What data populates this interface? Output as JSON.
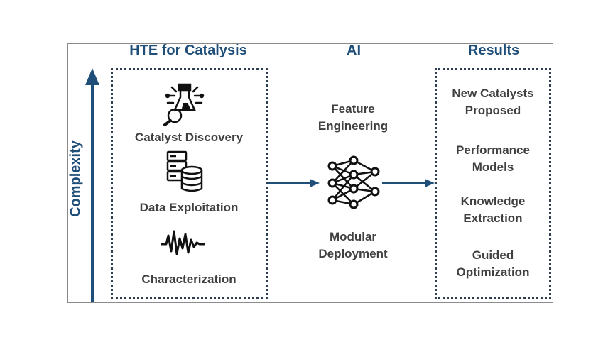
{
  "columns": {
    "hte": {
      "title": "HTE for Catalysis",
      "items": [
        {
          "label": "Catalyst Discovery",
          "icon": "catalyst-discovery-icon"
        },
        {
          "label": "Data Exploitation",
          "icon": "database-server-icon"
        },
        {
          "label": "Characterization",
          "icon": "signal-wave-icon"
        }
      ]
    },
    "ai": {
      "title": "AI",
      "items": [
        {
          "label": "Feature\nEngineering"
        },
        {
          "label": "Modular\nDeployment"
        }
      ],
      "icon": "neural-network-icon"
    },
    "results": {
      "title": "Results",
      "items": [
        {
          "label": "New Catalysts\nProposed"
        },
        {
          "label": "Performance\nModels"
        },
        {
          "label": "Knowledge\nExtraction"
        },
        {
          "label": "Guided\nOptimization"
        }
      ]
    }
  },
  "axis": {
    "label": "Complexity"
  },
  "colors": {
    "heading": "#1f4e79",
    "text": "#404040",
    "arrow": "#1f4e79"
  }
}
